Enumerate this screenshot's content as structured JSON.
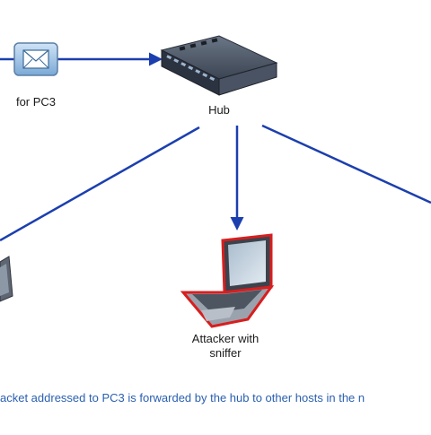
{
  "diagram": {
    "nodes": {
      "envelope": {
        "label": "for PC3",
        "icon": "envelope-icon"
      },
      "hub": {
        "label": "Hub",
        "icon": "hub-icon"
      },
      "attacker": {
        "label_line1": "Attacker with",
        "label_line2": "sniffer",
        "icon": "laptop-icon"
      },
      "left_host": {
        "icon": "laptop-icon"
      }
    },
    "caption": "acket addressed to PC3 is forwarded by the hub to other hosts in the n",
    "colors": {
      "link": "#1b3fae",
      "caption": "#2a5fb0",
      "attacker_outline": "#d81e1e"
    }
  }
}
